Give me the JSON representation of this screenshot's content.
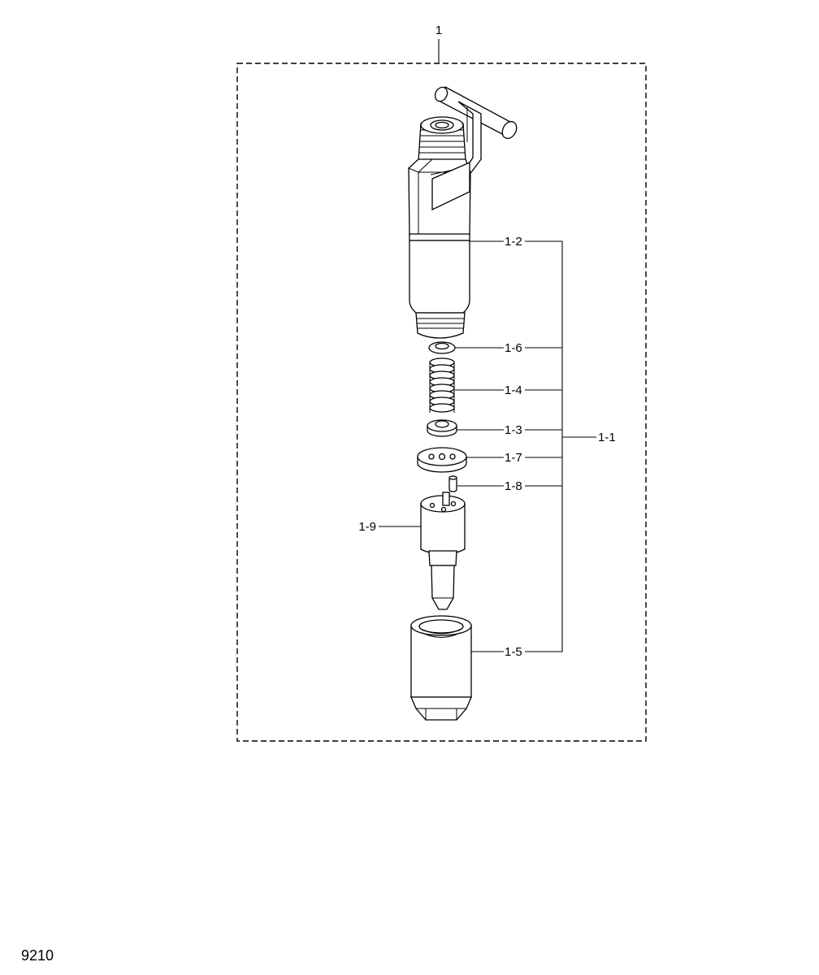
{
  "diagram": {
    "assembly_label": "1",
    "group_label": "1-1",
    "parts": [
      {
        "id": "p12",
        "label": "1-2"
      },
      {
        "id": "p16",
        "label": "1-6"
      },
      {
        "id": "p14",
        "label": "1-4"
      },
      {
        "id": "p13",
        "label": "1-3"
      },
      {
        "id": "p17",
        "label": "1-7"
      },
      {
        "id": "p18",
        "label": "1-8"
      },
      {
        "id": "p19",
        "label": "1-9"
      },
      {
        "id": "p15",
        "label": "1-5"
      }
    ]
  },
  "page_code": "9210"
}
